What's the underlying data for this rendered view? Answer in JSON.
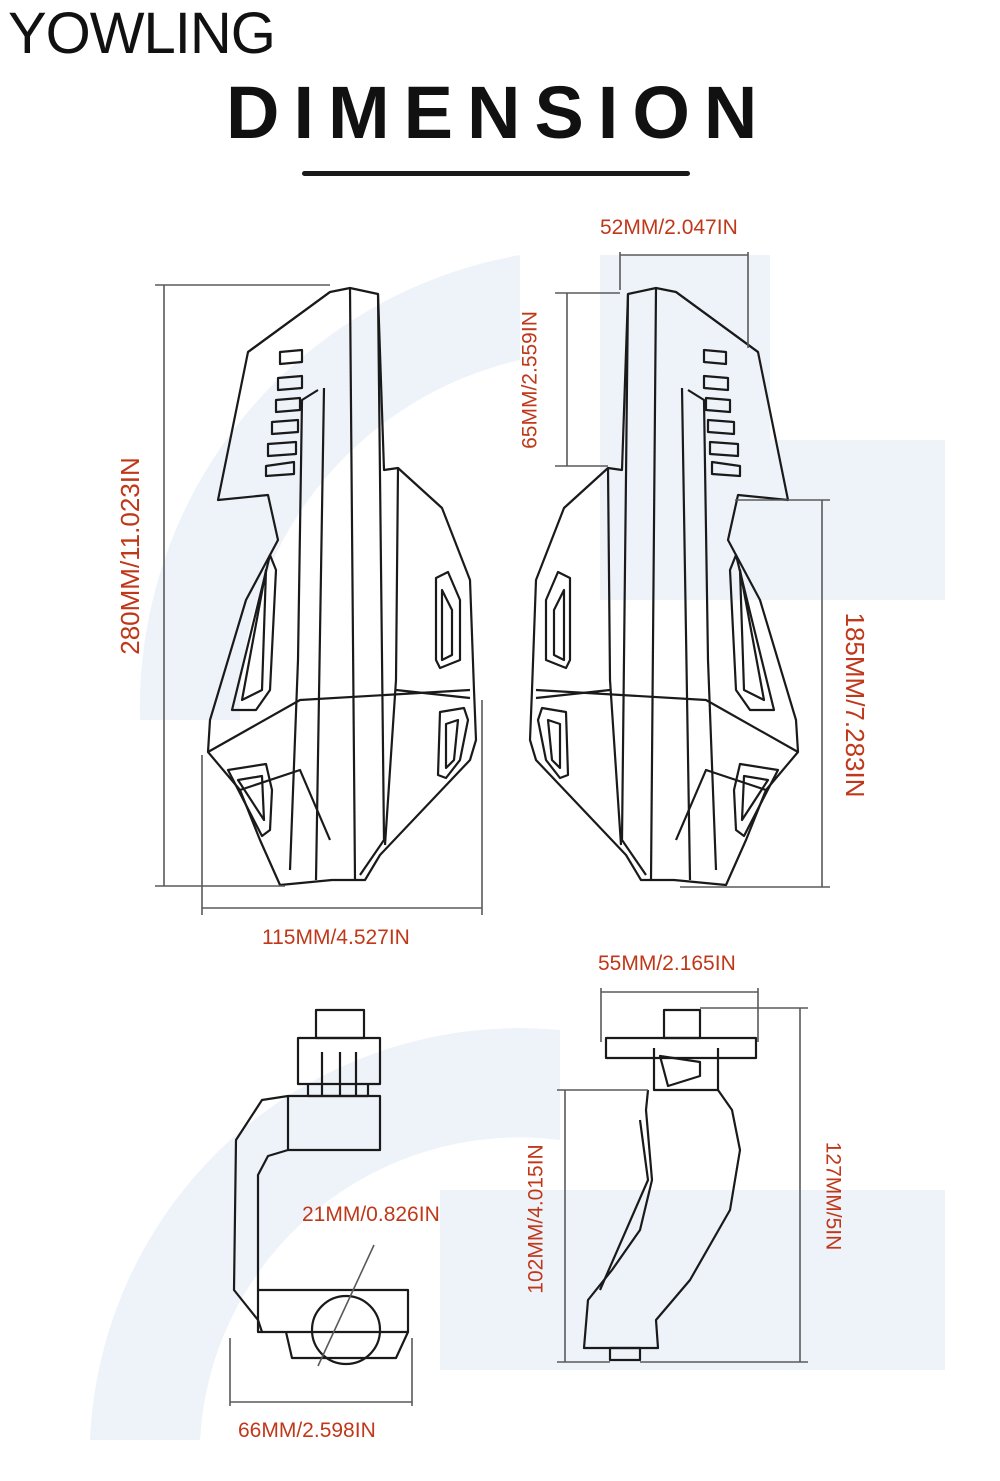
{
  "brand": {
    "name": "YOWLING"
  },
  "header": {
    "title": "DIMENSION"
  },
  "dimensions": {
    "width_52": "52MM/2.047IN",
    "height_65": "65MM/2.559IN",
    "height_280": "280MM/11.023IN",
    "height_185": "185MM/7.283IN",
    "width_115": "115MM/4.527IN",
    "width_55": "55MM/2.165IN",
    "diameter_21": "21MM/0.826IN",
    "height_102": "102MM/4.015IN",
    "height_127": "127MM/5IN",
    "width_66": "66MM/2.598IN"
  },
  "colors": {
    "dimension": "#c0381a",
    "outline": "#1a1a1a",
    "watermark": "#eef3fa"
  }
}
